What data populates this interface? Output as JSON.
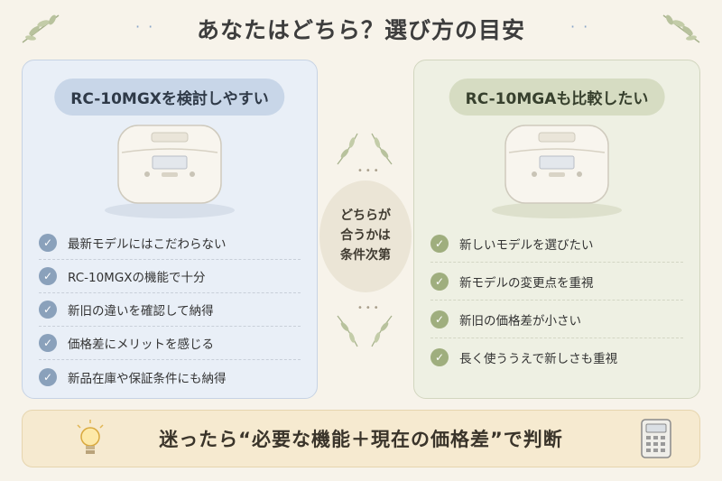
{
  "title": "あなたはどちら？選び方の目安",
  "left": {
    "heading": "RC-10MGXを検討しやすい",
    "items": [
      "最新モデルにはこだわらない",
      "RC-10MGXの機能で十分",
      "新旧の違いを確認して納得",
      "価格差にメリットを感じる",
      "新品在庫や保証条件にも納得"
    ]
  },
  "right": {
    "heading": "RC-10MGAも比較したい",
    "items": [
      "新しいモデルを選びたい",
      "新モデルの変更点を重視",
      "新旧の価格差が小さい",
      "長く使ううえで新しさも重視"
    ]
  },
  "center": {
    "line1": "どちらが",
    "line2": "合うかは",
    "line3": "条件次第"
  },
  "footer": {
    "message": "迷ったら“必要な機能＋現在の価格差”で判断"
  },
  "icons": {
    "check": "check-icon",
    "bulb": "lightbulb-icon",
    "calculator": "calculator-icon",
    "cooker": "rice-cooker-icon",
    "leaf": "leaf-icon"
  },
  "colors": {
    "left_accent": "#8aa1bb",
    "right_accent": "#9fae7e",
    "background": "#f7f3ea"
  }
}
